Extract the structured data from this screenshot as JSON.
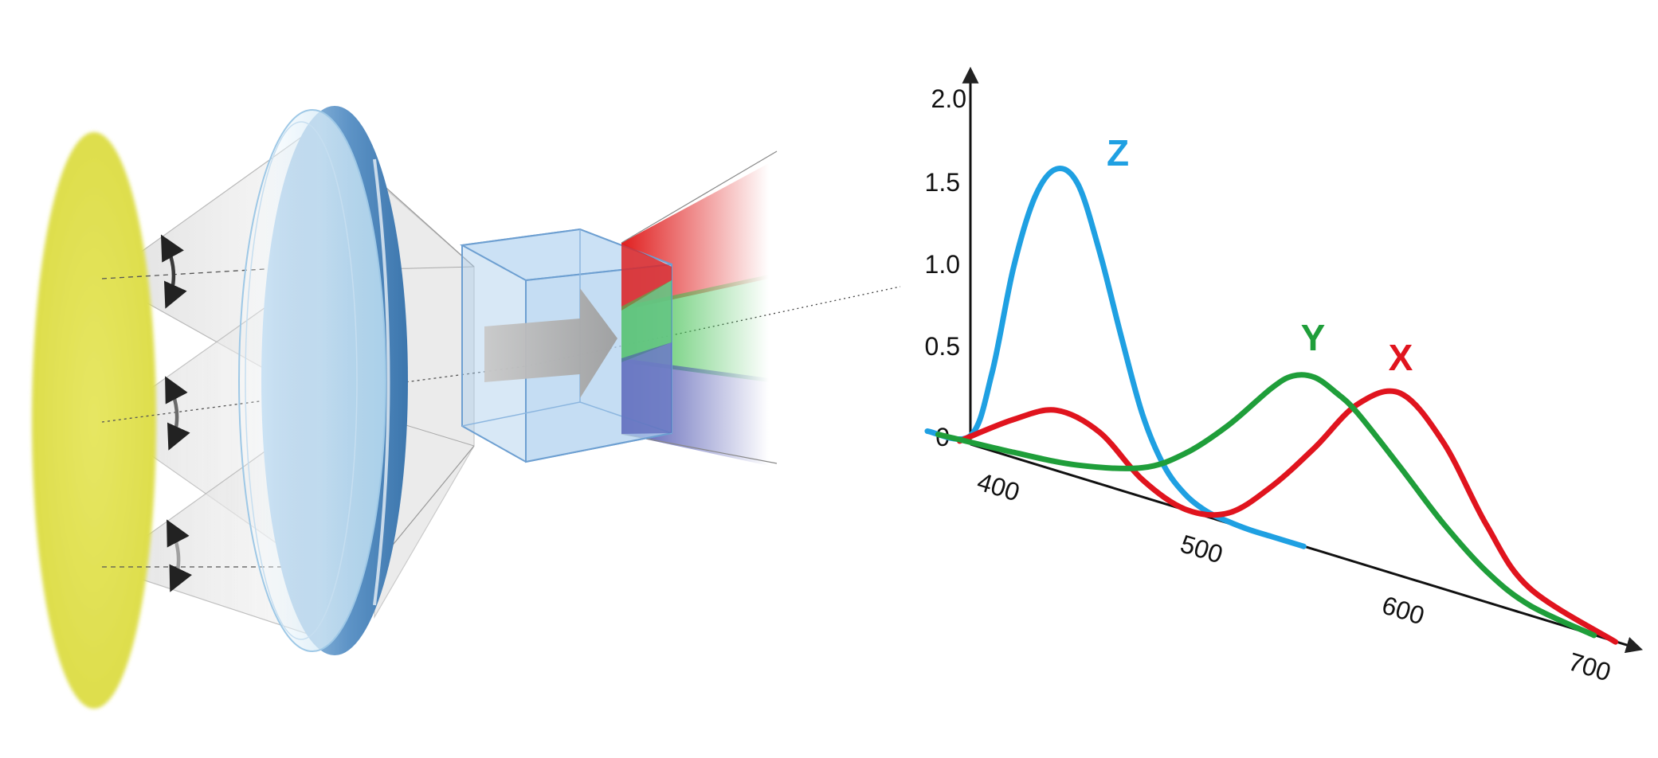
{
  "figure": {
    "optics_diagram": {
      "source_color": "#e4e558",
      "lens_color": "#8ebddf",
      "cube_color": "#a9cbec",
      "output_bands": [
        {
          "name": "red-band",
          "color": "#e02020"
        },
        {
          "name": "green-band",
          "color": "#3fbf4f"
        },
        {
          "name": "blue-band",
          "color": "#6a6fbf"
        }
      ]
    },
    "spectral_chart": {
      "chart_data": {
        "type": "line",
        "title": "",
        "xlabel": "",
        "ylabel": "",
        "xlim": [
          380,
          700
        ],
        "ylim": [
          0,
          2.0
        ],
        "x_ticks": [
          "400",
          "500",
          "600",
          "700"
        ],
        "y_ticks": [
          "0",
          "0.5",
          "1.0",
          "1.5",
          "2.0"
        ],
        "series": [
          {
            "name": "Z",
            "color": "#1fa0e2",
            "x": [
              380,
              400,
              410,
              420,
              430,
              440,
              450,
              460,
              470,
              480,
              490,
              500,
              510,
              520,
              530,
              540,
              555
            ],
            "y": [
              0.0,
              0.05,
              0.45,
              1.1,
              1.55,
              1.75,
              1.7,
              1.35,
              0.9,
              0.48,
              0.22,
              0.09,
              0.03,
              0.01,
              0.0,
              0.0,
              0.0
            ]
          },
          {
            "name": "Y",
            "color": "#1f9e3a",
            "x": [
              385,
              420,
              450,
              480,
              500,
              520,
              540,
              550,
              560,
              570,
              580,
              600,
              620,
              640,
              660,
              690
            ],
            "y": [
              0.0,
              0.03,
              0.07,
              0.17,
              0.33,
              0.57,
              0.86,
              0.97,
              1.0,
              0.95,
              0.87,
              0.63,
              0.38,
              0.18,
              0.06,
              0.0
            ]
          },
          {
            "name": "X",
            "color": "#e0141e",
            "x": [
              395,
              420,
              440,
              460,
              480,
              500,
              520,
              540,
              560,
              580,
              600,
              620,
              640,
              660,
              700
            ],
            "y": [
              0.0,
              0.22,
              0.35,
              0.3,
              0.1,
              0.005,
              0.06,
              0.29,
              0.59,
              0.92,
              1.06,
              0.85,
              0.45,
              0.16,
              0.0
            ]
          }
        ]
      }
    }
  }
}
